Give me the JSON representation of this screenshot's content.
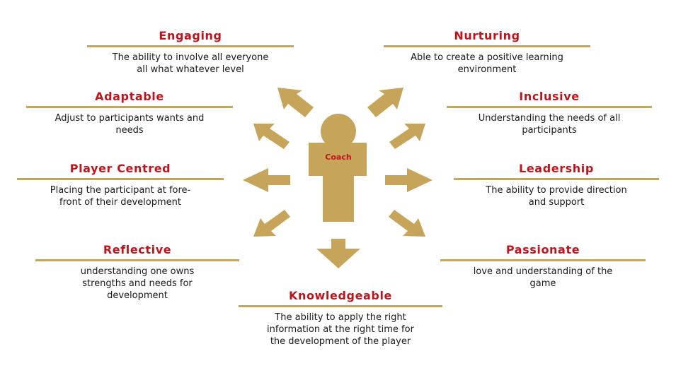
{
  "center": {
    "label": "Coach"
  },
  "attributes": [
    {
      "title": "Engaging",
      "description": "The ability to involve all everyone\nall what whatever level"
    },
    {
      "title": "Nurturing",
      "description": "Able to create a positive learning\nenvironment"
    },
    {
      "title": "Adaptable",
      "description": "Adjust to participants wants and\nneeds"
    },
    {
      "title": "Inclusive",
      "description": "Understanding the needs of all\nparticipants"
    },
    {
      "title": "Player Centred",
      "description": "Placing the participant at fore-\nfront of their development"
    },
    {
      "title": "Leadership",
      "description": "The ability to provide direction\nand support"
    },
    {
      "title": "Reflective",
      "description": "understanding one owns\nstrengths and needs for\ndevelopment"
    },
    {
      "title": "Passionate",
      "description": "love and understanding of the\ngame"
    },
    {
      "title": "Knowledgeable",
      "description": "The ability to apply the right\ninformation at the right time for\nthe development of the player"
    }
  ],
  "colors": {
    "accent": "#c6a55a",
    "title": "#c0141c",
    "text": "#1a1a1a"
  }
}
